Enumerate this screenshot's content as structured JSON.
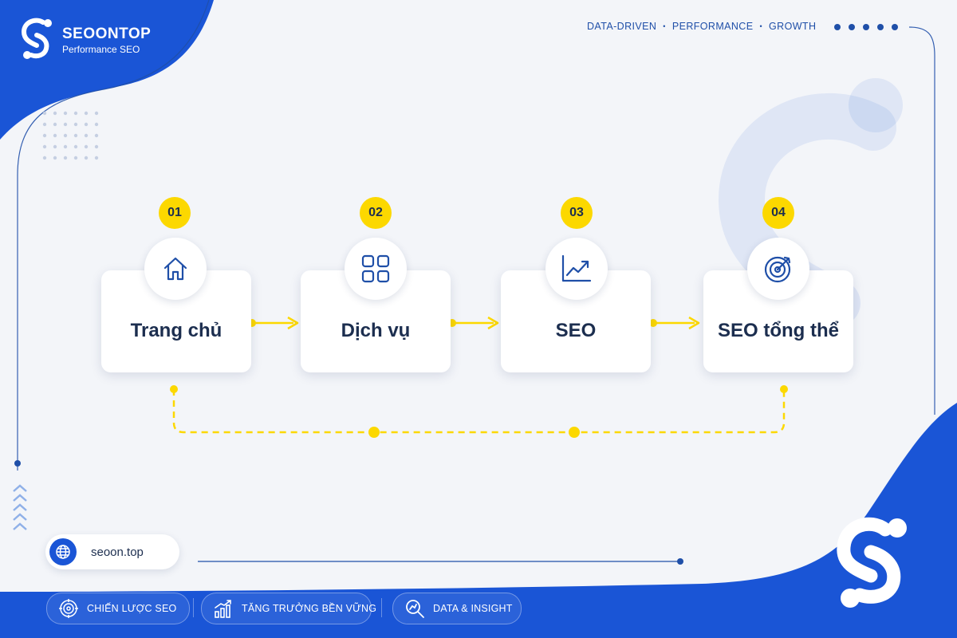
{
  "brand": {
    "name": "SEOONTOP",
    "tagline": "Performance SEO"
  },
  "header": {
    "keywords": [
      "DATA-DRIVEN",
      "PERFORMANCE",
      "GROWTH"
    ],
    "separator": "•"
  },
  "steps": [
    {
      "number": "01",
      "label": "Trang chủ",
      "icon": "home-icon"
    },
    {
      "number": "02",
      "label": "Dịch vụ",
      "icon": "grid-icon"
    },
    {
      "number": "03",
      "label": "SEO",
      "icon": "trend-chart-icon"
    },
    {
      "number": "04",
      "label": "SEO tổng thể",
      "icon": "target-icon"
    }
  ],
  "website": {
    "url": "seoon.top",
    "icon": "globe-icon"
  },
  "footer": {
    "items": [
      {
        "label": "CHIẾN LƯỢC SEO",
        "icon": "target-icon"
      },
      {
        "label": "TĂNG TRƯỞNG BỀN VỮNG",
        "icon": "growth-bars-icon"
      },
      {
        "label": "DATA & INSIGHT",
        "icon": "magnifier-icon"
      }
    ]
  },
  "colors": {
    "primary_blue": "#1a55d6",
    "accent_yellow": "#fcd800",
    "text_dark": "#1c2e4f",
    "background": "#f3f5f9"
  }
}
